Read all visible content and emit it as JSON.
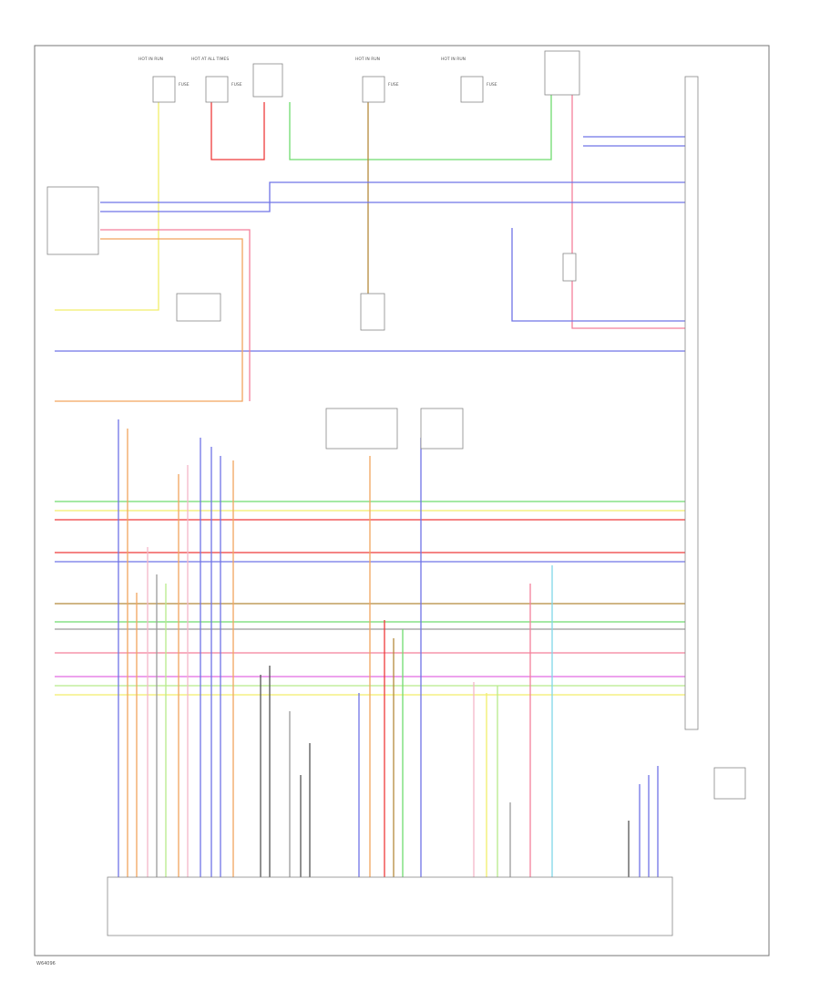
{
  "colors": {
    "yellow": "#f2ee6a",
    "red": "#ee3b3b",
    "pink": "#f47f9a",
    "green": "#6fdc6f",
    "blue": "#6f73e6",
    "orange": "#f2a55e",
    "light_green": "#b7eb8a",
    "light_pink": "#f3b6c8",
    "gray": "#9a9a9a",
    "dark_gray": "#555555",
    "brown": "#b58a3c",
    "magenta": "#e26ae2",
    "cyan": "#7fd7e8",
    "frame": "#777777"
  },
  "footer": {
    "code": "W64096"
  },
  "fuses": [
    {
      "label": "HOT IN RUN",
      "sub": "FUSE"
    },
    {
      "label": "HOT AT ALL TIMES",
      "sub": "FUSE"
    },
    {
      "label": "HOT IN RUN",
      "sub": "FUSE"
    },
    {
      "label": "HOT IN RUN",
      "sub": "FUSE"
    }
  ]
}
